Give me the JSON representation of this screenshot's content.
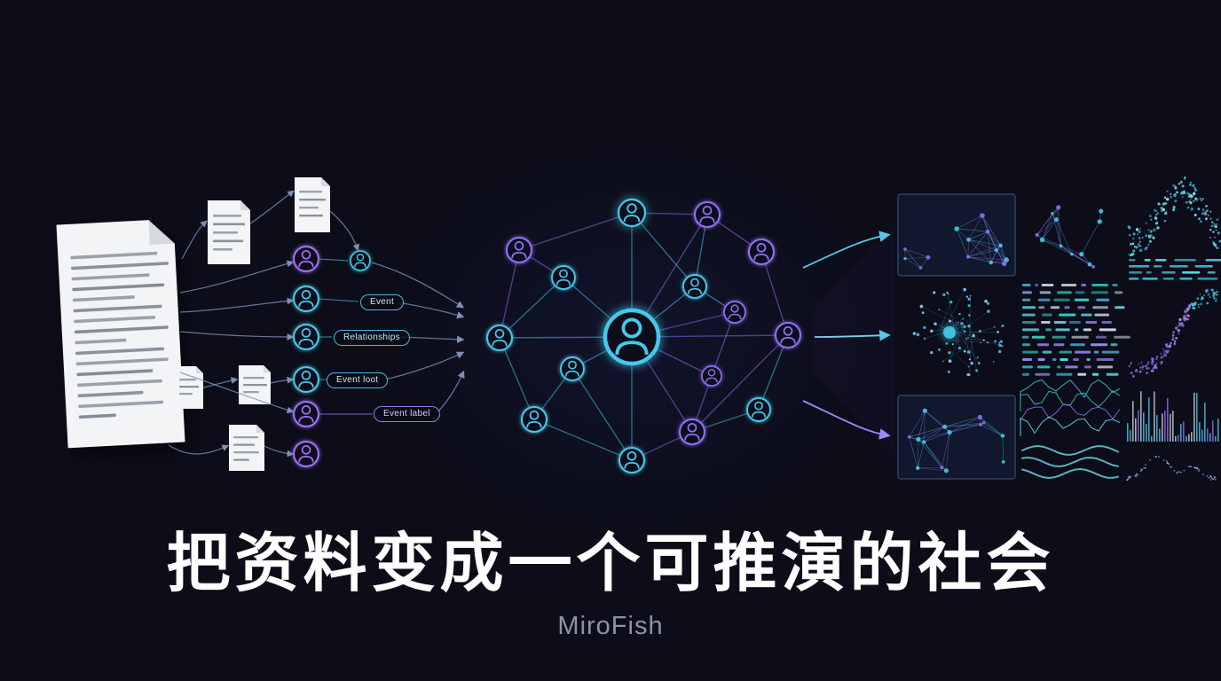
{
  "headline": "把资料变成一个可推演的社会",
  "brand": "MiroFish",
  "pipeline_labels": {
    "event": "Event",
    "relationships": "Relationships",
    "event_loot": "Event loot",
    "event_label": "Event label"
  },
  "colors": {
    "background": "#0c0d19",
    "cyan_accent": "#46c8e8",
    "purple_accent": "#8f6ff0",
    "headline_text": "#ffffff",
    "brand_text": "#8e93a4"
  }
}
